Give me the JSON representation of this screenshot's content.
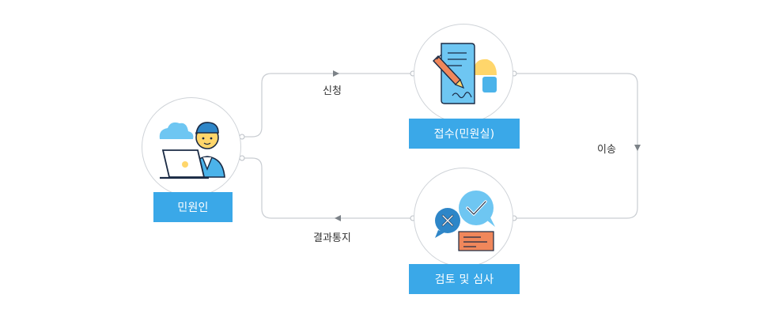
{
  "nodes": {
    "applicant": {
      "label": "민원인"
    },
    "reception": {
      "label": "접수(민원실)"
    },
    "review": {
      "label": "검토 및 심사"
    }
  },
  "edges": {
    "apply": {
      "label": "신청"
    },
    "transfer": {
      "label": "이송"
    },
    "notify": {
      "label": "결과통지"
    }
  },
  "colors": {
    "accent": "#3aa8e8",
    "line": "#c9cdd2",
    "arrow": "#7c8288",
    "text": "#333333"
  }
}
